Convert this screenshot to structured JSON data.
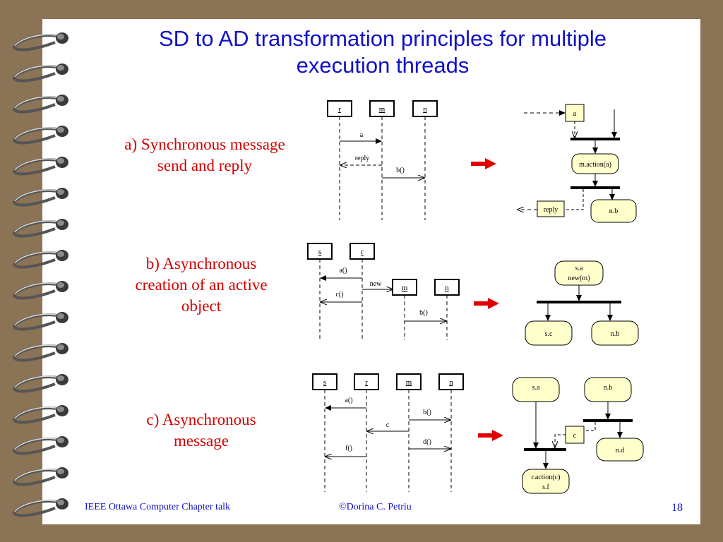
{
  "slide": {
    "title_line1": "SD to AD transformation principles for multiple",
    "title_line2": "execution threads",
    "label_a_line1": "a) Synchronous message",
    "label_a_line2": "send and reply",
    "label_b_line1": "b) Asynchronous",
    "label_b_line2": "creation of an active",
    "label_b_line3": "object",
    "label_c_line1": "c) Asynchronous",
    "label_c_line2": "message",
    "footer_left": "IEEE Ottawa Computer Chapter talk",
    "footer_center": "©Dorina C. Petriu",
    "page_number": "18"
  },
  "diagram_a": {
    "sd": {
      "obj_r": "r",
      "obj_m": "m",
      "obj_n": "n",
      "msg_a": "a",
      "msg_reply": "reply",
      "msg_b": "b()"
    },
    "ad": {
      "node_a": "a",
      "node_action": "m.action(a)",
      "node_reply": "reply",
      "node_nb": "n.b"
    }
  },
  "diagram_b": {
    "sd": {
      "obj_s": "s",
      "obj_r": "r",
      "obj_m": "m",
      "obj_n": "n",
      "msg_a": "a()",
      "msg_new": "new",
      "msg_c": "c()",
      "msg_b": "b()"
    },
    "ad": {
      "node_top_line1": "s.a",
      "node_top_line2": "new(m)",
      "node_sc": "s.c",
      "node_nb": "n.b"
    }
  },
  "diagram_c": {
    "sd": {
      "obj_s": "s",
      "obj_r": "r",
      "obj_m": "m",
      "obj_n": "n",
      "msg_a": "a()",
      "msg_b": "b()",
      "msg_c": "c",
      "msg_d": "d()",
      "msg_f": "f()"
    },
    "ad": {
      "node_sa": "s.a",
      "node_nb": "n.b",
      "node_c": "c",
      "node_nd": "n.d",
      "node_action_line1": "r.action(c)",
      "node_action_line2": "s.f"
    }
  },
  "colors": {
    "background": "#8b7355",
    "page": "#ffffff",
    "title": "#1010c8",
    "label": "#d40000",
    "node_fill": "#ffffcc",
    "arrow": "#e00000"
  }
}
